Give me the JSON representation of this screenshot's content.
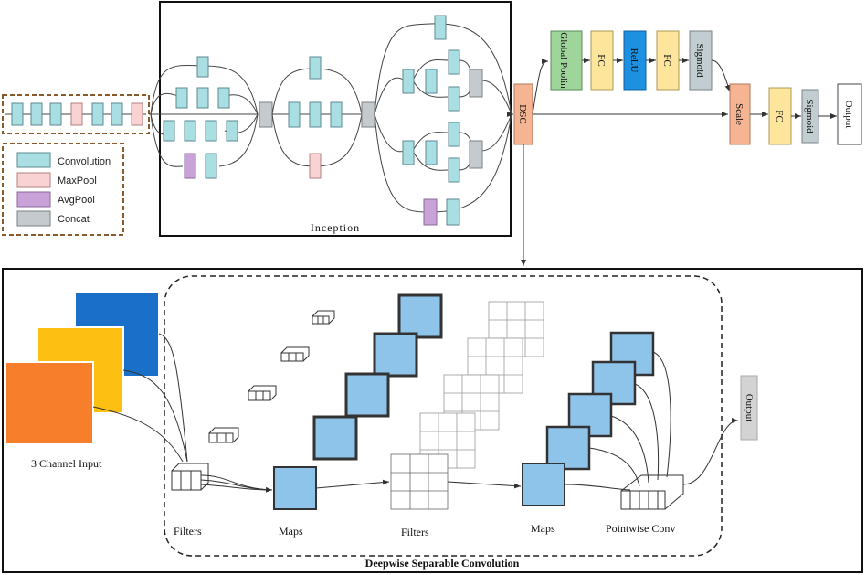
{
  "legend": {
    "items": [
      {
        "label": "Convolution",
        "color": "#a9dfe3"
      },
      {
        "label": "MaxPool",
        "color": "#f9d2d3"
      },
      {
        "label": "AvgPool",
        "color": "#c8a2d8"
      },
      {
        "label": "Concat",
        "color": "#c4cacd"
      }
    ]
  },
  "inception": {
    "title": "Inception"
  },
  "dsc_label": "DSC",
  "se_block": {
    "global_pool": "Global Poolin",
    "fc1": "FC",
    "relu": "ReLU",
    "fc2": "FC",
    "sigmoid": "Sigmoid"
  },
  "head": {
    "scale": "Scale",
    "fc": "FC",
    "sigmoid": "Sigmoid",
    "output": "Output"
  },
  "dsc_panel": {
    "title": "Deepwise Separable Convolution",
    "input_label": "3 Channel Input",
    "filters_label_1": "Filters",
    "maps_label_1": "Maps",
    "filters_label_2": "Filters",
    "maps_label_2": "Maps",
    "pointwise_label": "Pointwise Conv",
    "output_label": "Output"
  },
  "colors": {
    "conv": "#a9dfe3",
    "maxpool": "#f9d2d3",
    "avgpool": "#c8a2d8",
    "concat": "#c4cacd",
    "dsc": "#f5b492",
    "global_pool": "#9fd49a",
    "fc": "#fde59b",
    "relu": "#1e90e0",
    "sigmoid": "#c2cdd2",
    "map": "#8ec3ea",
    "input_blue": "#1a6fc9",
    "input_yellow": "#fdbf12",
    "input_orange": "#f77f2c",
    "border_dashed": "#8b5a2b"
  }
}
